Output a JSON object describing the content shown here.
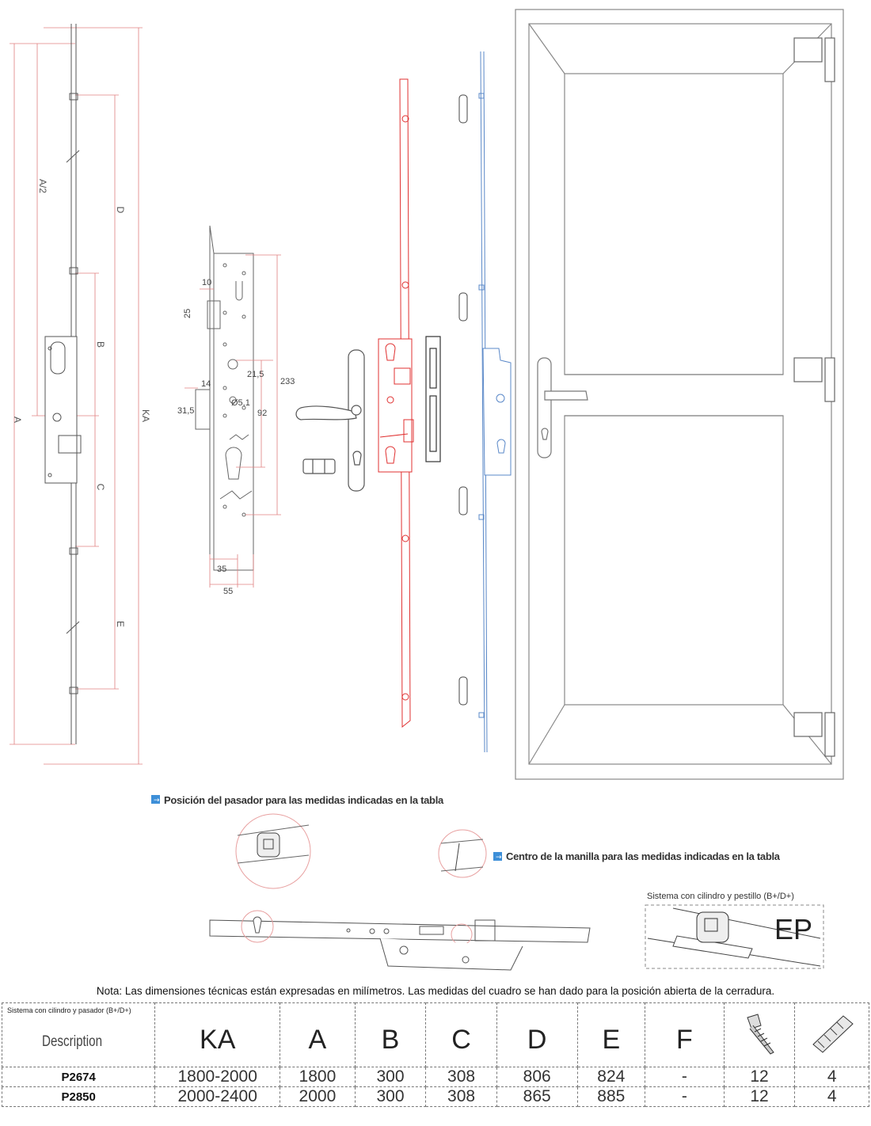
{
  "dimensions": {
    "a": "A",
    "a_half": "A/2",
    "b": "B",
    "c": "C",
    "d": "D",
    "e": "E",
    "ka": "KA",
    "d10": "10",
    "d25": "25",
    "d14": "14",
    "d315": "31,5",
    "d215": "21,5",
    "d233": "233",
    "d92": "92",
    "d51": "Ø5,1",
    "d35": "35",
    "d55": "55"
  },
  "captions": {
    "pasador": "Posición del pasador para las medidas indicadas en la tabla",
    "manilla": "Centro de la manilla para las medidas indicadas en la tabla",
    "sistema_ep": "Sistema con cilindro y pestillo (B+/D+)",
    "ep": "EP"
  },
  "note": "Nota: Las dimensiones técnicas están expresadas en milímetros. Las medidas del cuadro se han dado para la posición abierta de la cerradura.",
  "table": {
    "system_label": "Sistema con cilindro y pasador (B+/D+)",
    "description_label": "Description",
    "columns": [
      "KA",
      "A",
      "B",
      "C",
      "D",
      "E",
      "F"
    ],
    "icons": [
      "screw-icon",
      "dowel-icon"
    ],
    "rows": [
      {
        "code": "P2674",
        "values": [
          "1800-2000",
          "1800",
          "300",
          "308",
          "806",
          "824",
          "-",
          "12",
          "4"
        ]
      },
      {
        "code": "P2850",
        "values": [
          "2000-2400",
          "2000",
          "300",
          "308",
          "865",
          "885",
          "-",
          "12",
          "4"
        ]
      }
    ]
  }
}
